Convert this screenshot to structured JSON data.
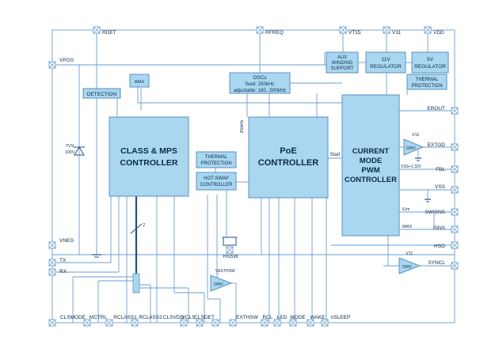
{
  "colors": {
    "block_fill": "#a9d7f0",
    "block_stroke": "#5b8fc4",
    "wire": "#6a9ed0",
    "bus": "#1f4f8c",
    "text": "#0b2a4a"
  },
  "blocks": {
    "class_mps": [
      "CLASS & MPS",
      "CONTROLLER"
    ],
    "poe": [
      "PoE",
      "CONTROLLER"
    ],
    "pwm": [
      "CURRENT",
      "MODE",
      "PWM",
      "CONTROLLER"
    ],
    "detection": "DETECTION",
    "imax": "IMAX",
    "oscs": [
      "OSCs",
      "fixed: 250kHz",
      "adjustable: 100...500kHz"
    ],
    "aux": [
      "AUX",
      "WINDING",
      "SUPPORT"
    ],
    "reg11": [
      "11V",
      "REGULATOR"
    ],
    "reg5": [
      "5V",
      "REGULATOR"
    ],
    "thermal_top": [
      "THERMAL",
      "PROTECTION"
    ],
    "thermal_mid": [
      "THERMAL",
      "PROTECTION"
    ],
    "hotswap": [
      "HOT-SWAP",
      "CONTROLLER"
    ]
  },
  "labels": {
    "tvs": [
      "TVS",
      "100V"
    ],
    "khz": "250kHz",
    "start": "Start",
    "bus_width": "7",
    "v11_top": "V11",
    "v11_bot": "V11",
    "vss_plus": "VSS+1.32V",
    "ilim": "ILim",
    "imax_small": "IMAX",
    "vexthsw": "VEXTHSW",
    "drv1": "DRV",
    "drv2": "DRV",
    "drv3": "DRV"
  },
  "pins": {
    "rdet": "RDET",
    "rfreq": "RFREQ",
    "vt15": "VT15",
    "v11": "V11",
    "vdd": "VDD",
    "vpos": "VPOS",
    "vneg": "VNEG",
    "tx": "TX",
    "rx": "RX",
    "erout": "EROUT",
    "extgd": "EXTGD",
    "fbl": "FBL",
    "vss": "VSS",
    "swisns": "SWISNS",
    "isns": "ISNS",
    "hso": "HSO",
    "syncl": "SYNCL",
    "hssw": "HSSW",
    "clsmode": "CLSMODE",
    "mctrl": "MCTRL",
    "rclass1": "RCLASS1",
    "rclass2": "RCLASS2",
    "clsvdd": "CLSVDD",
    "vcls": "VCLS",
    "clsdet": "CLSDET",
    "exthsw": "EXTHSW",
    "rcl": "RCL",
    "led": "LED",
    "mode": "MODE",
    "wake": "WAKE",
    "nsleep": "nSLEEP"
  }
}
